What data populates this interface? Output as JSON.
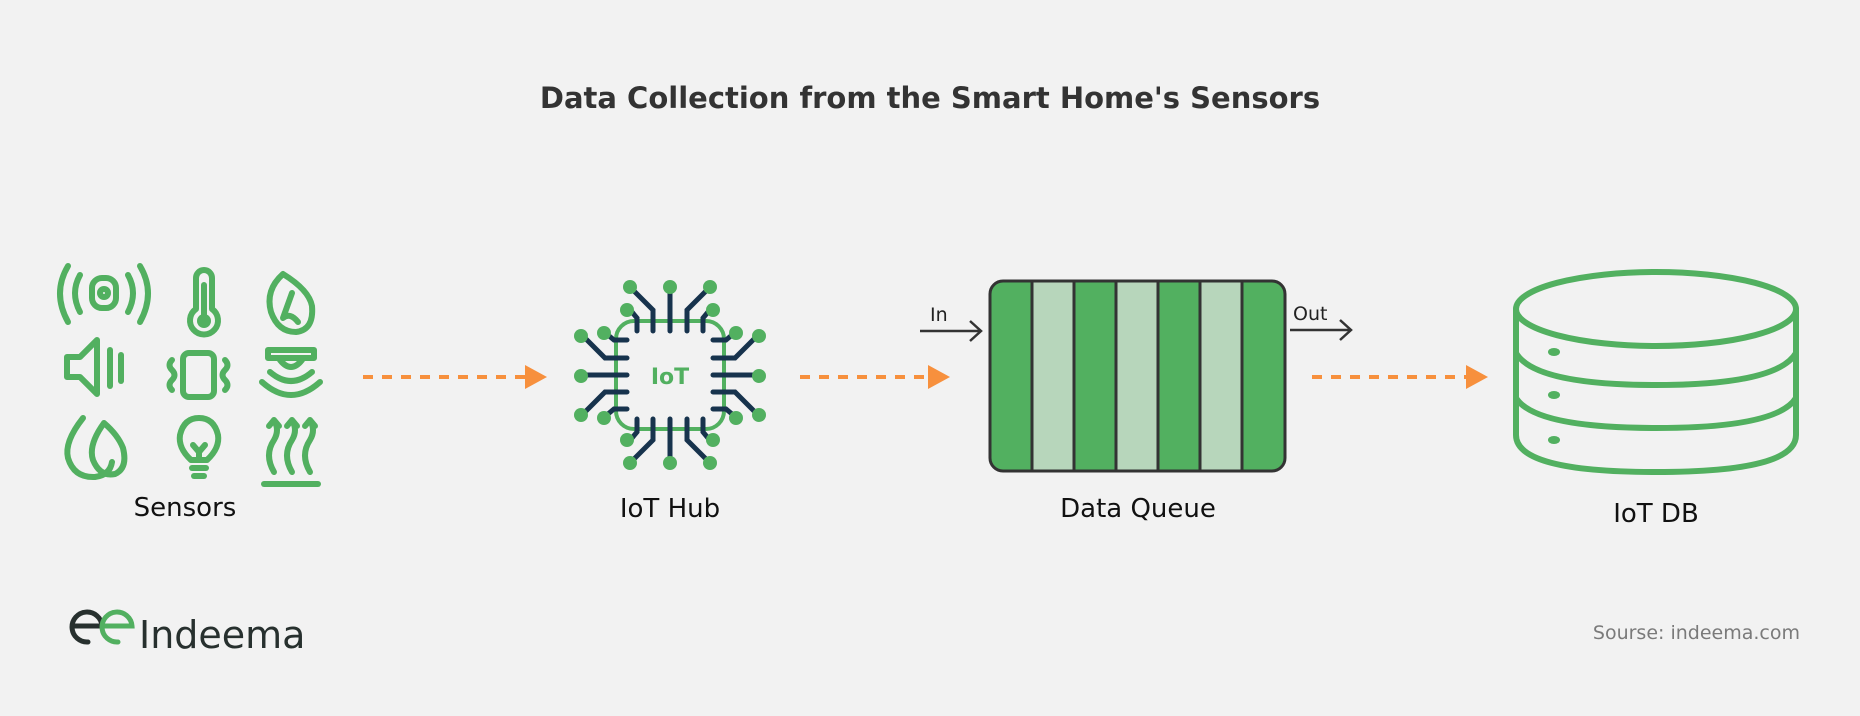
{
  "title": "Data Collection from the Smart Home's Sensors",
  "nodes": {
    "sensors": "Sensors",
    "hub": "IoT Hub",
    "hub_chip_text": "IoT",
    "queue": "Data Queue",
    "queue_in": "In",
    "queue_out": "Out",
    "db": "IoT DB"
  },
  "sensor_icons": [
    "motion-sensor-icon",
    "thermometer-icon",
    "flame-icon",
    "speaker-icon",
    "vibration-icon",
    "smoke-detector-icon",
    "humidity-icon",
    "light-bulb-icon",
    "heat-icon"
  ],
  "logo": {
    "text": "Indeema"
  },
  "source": "Sourse: indeema.com",
  "colors": {
    "green": "#52b060",
    "light_green": "#b7d6bb",
    "navy": "#17334d",
    "orange": "#f7903d",
    "background": "#f2f2f2"
  }
}
